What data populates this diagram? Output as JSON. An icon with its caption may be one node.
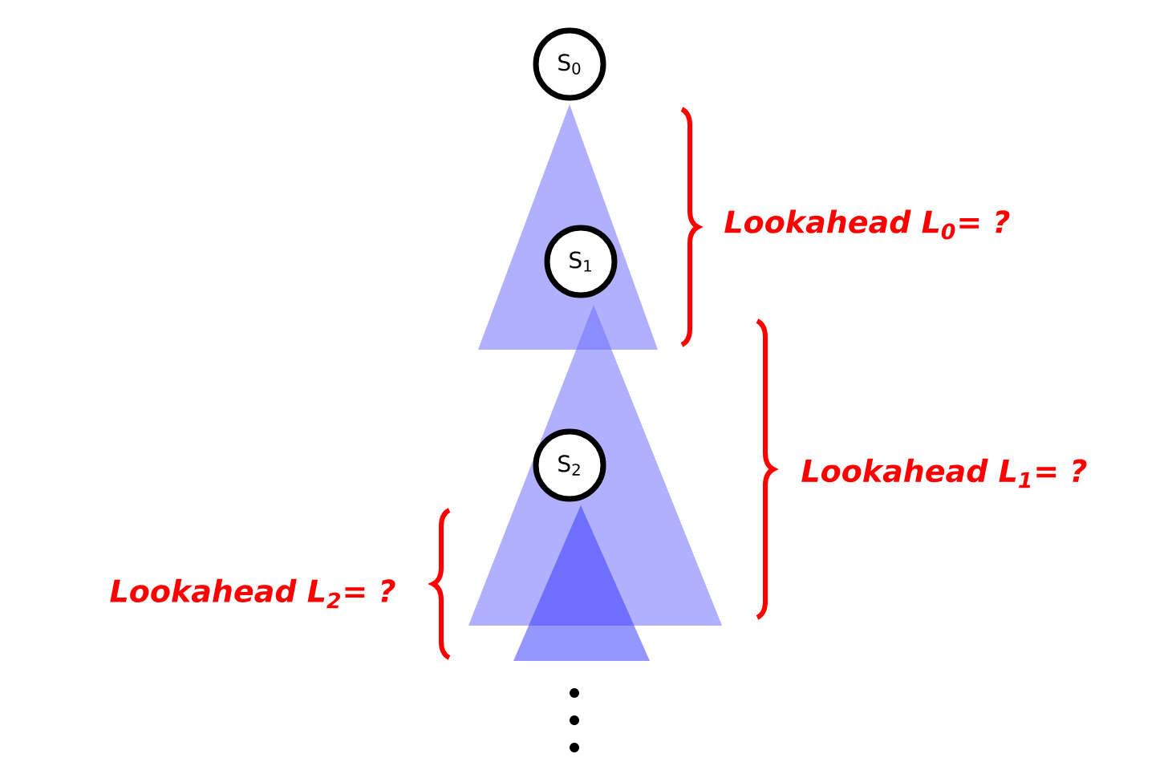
{
  "diagram": {
    "nodes": [
      {
        "text": [
          "S$_{0}$"
        ]
      },
      {
        "text": [
          "S$_{1}$"
        ]
      },
      {
        "text": [
          "S$_{2}$"
        ]
      }
    ],
    "labels": [
      "Lookahead L$_{0}$= ?",
      "Lookahead L$_{1}$= ?",
      "Lookahead L$_{2}$= ?"
    ]
  }
}
